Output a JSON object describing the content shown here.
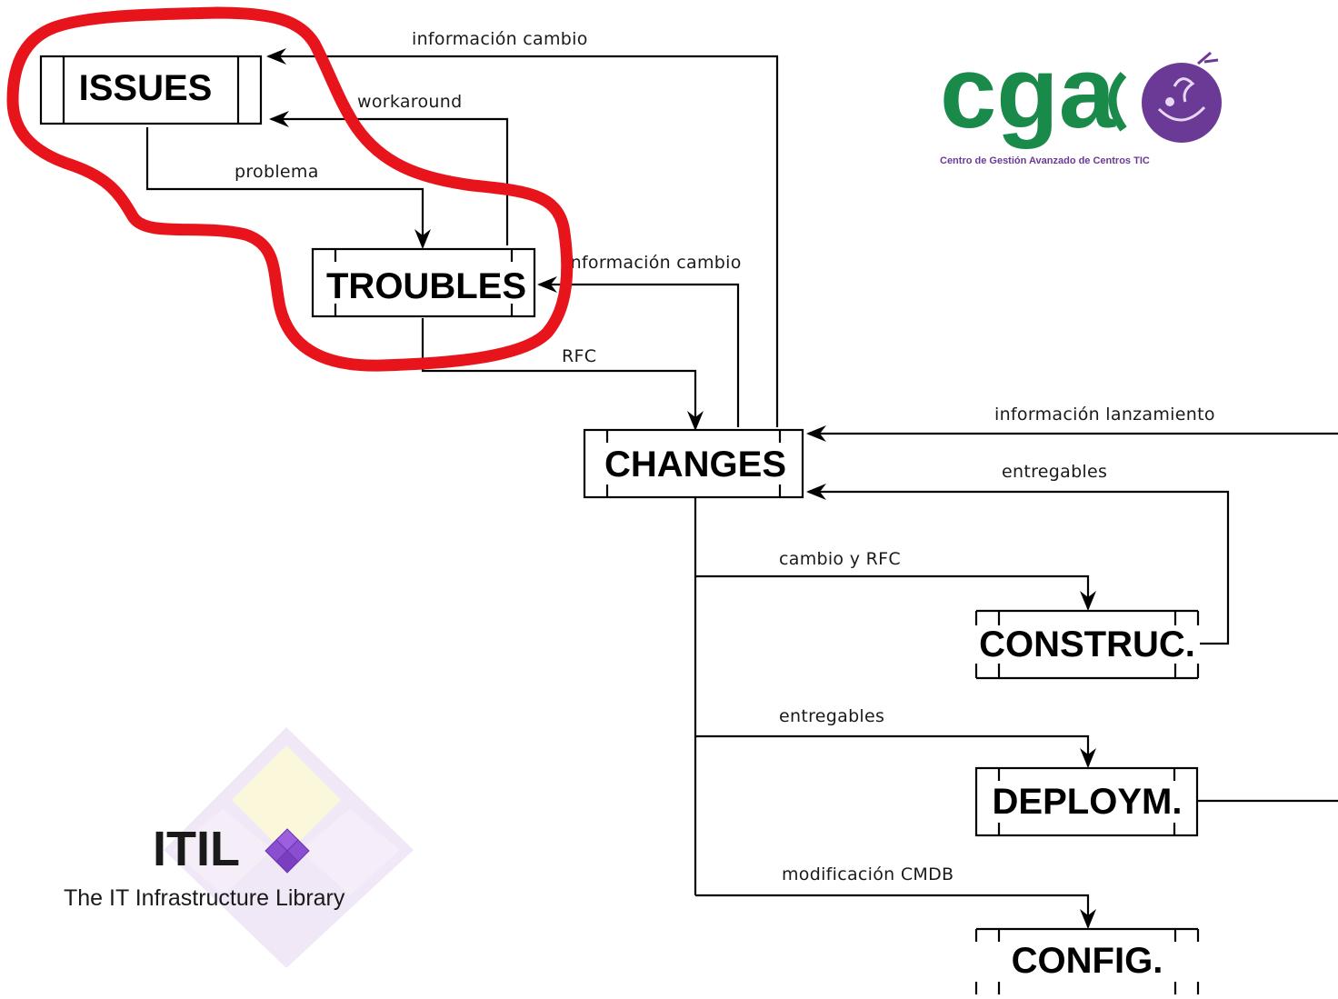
{
  "nodes": {
    "issues": "ISSUES",
    "troubles": "TROUBLES",
    "changes": "CHANGES",
    "construc": "CONSTRUC.",
    "deploym": "DEPLOYM.",
    "config": "CONFIG."
  },
  "edges": {
    "info_cambio_top": "información cambio",
    "workaround": "workaround",
    "problema": "problema",
    "info_cambio_mid": "información cambio",
    "rfc": "RFC",
    "info_lanzamiento": "información lanzamiento",
    "entregables_in": "entregables",
    "cambio_rfc": "cambio y RFC",
    "entregables_out": "entregables",
    "modificacion_cmdb": "modificación CMDB"
  },
  "logos": {
    "cga": {
      "wordmark": "cga",
      "tagline": "Centro de Gestión Avanzado de Centros TIC",
      "green": "#1a8a4a",
      "purple": "#6b3a96"
    },
    "itil": {
      "wordmark": "ITIL",
      "tagline": "The IT Infrastructure Library",
      "diamond_color": "#8a4fd0",
      "watermark_color": "#ece4f4"
    }
  },
  "highlight": {
    "color": "#e8141b",
    "target": "issues-and-troubles"
  }
}
